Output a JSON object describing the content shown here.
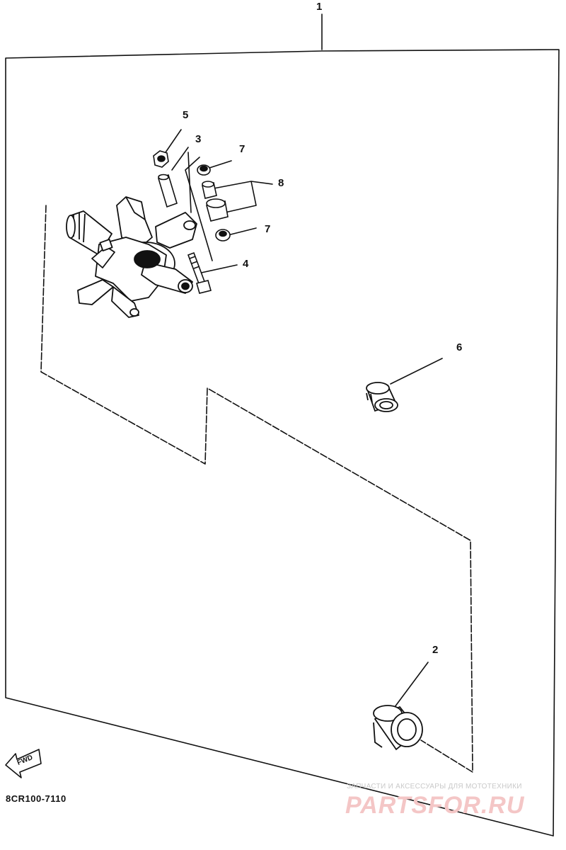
{
  "diagram": {
    "callouts": {
      "c1": "1",
      "c2": "2",
      "c3": "3",
      "c4": "4",
      "c5": "5",
      "c6": "6",
      "c7a": "7",
      "c7b": "7",
      "c8": "8"
    },
    "fwd_label": "FWD",
    "drawing_code": "8CR100-7110"
  },
  "watermark": {
    "tagline": "ЗАПЧАСТИ И АКСЕССУАРЫ ДЛЯ МОТОТЕХНИКИ",
    "logo": "PARTSFOR.RU"
  },
  "colors": {
    "line": "#111111",
    "watermark_text": "#c9c9c9",
    "watermark_logo": "#f4c6c6"
  }
}
